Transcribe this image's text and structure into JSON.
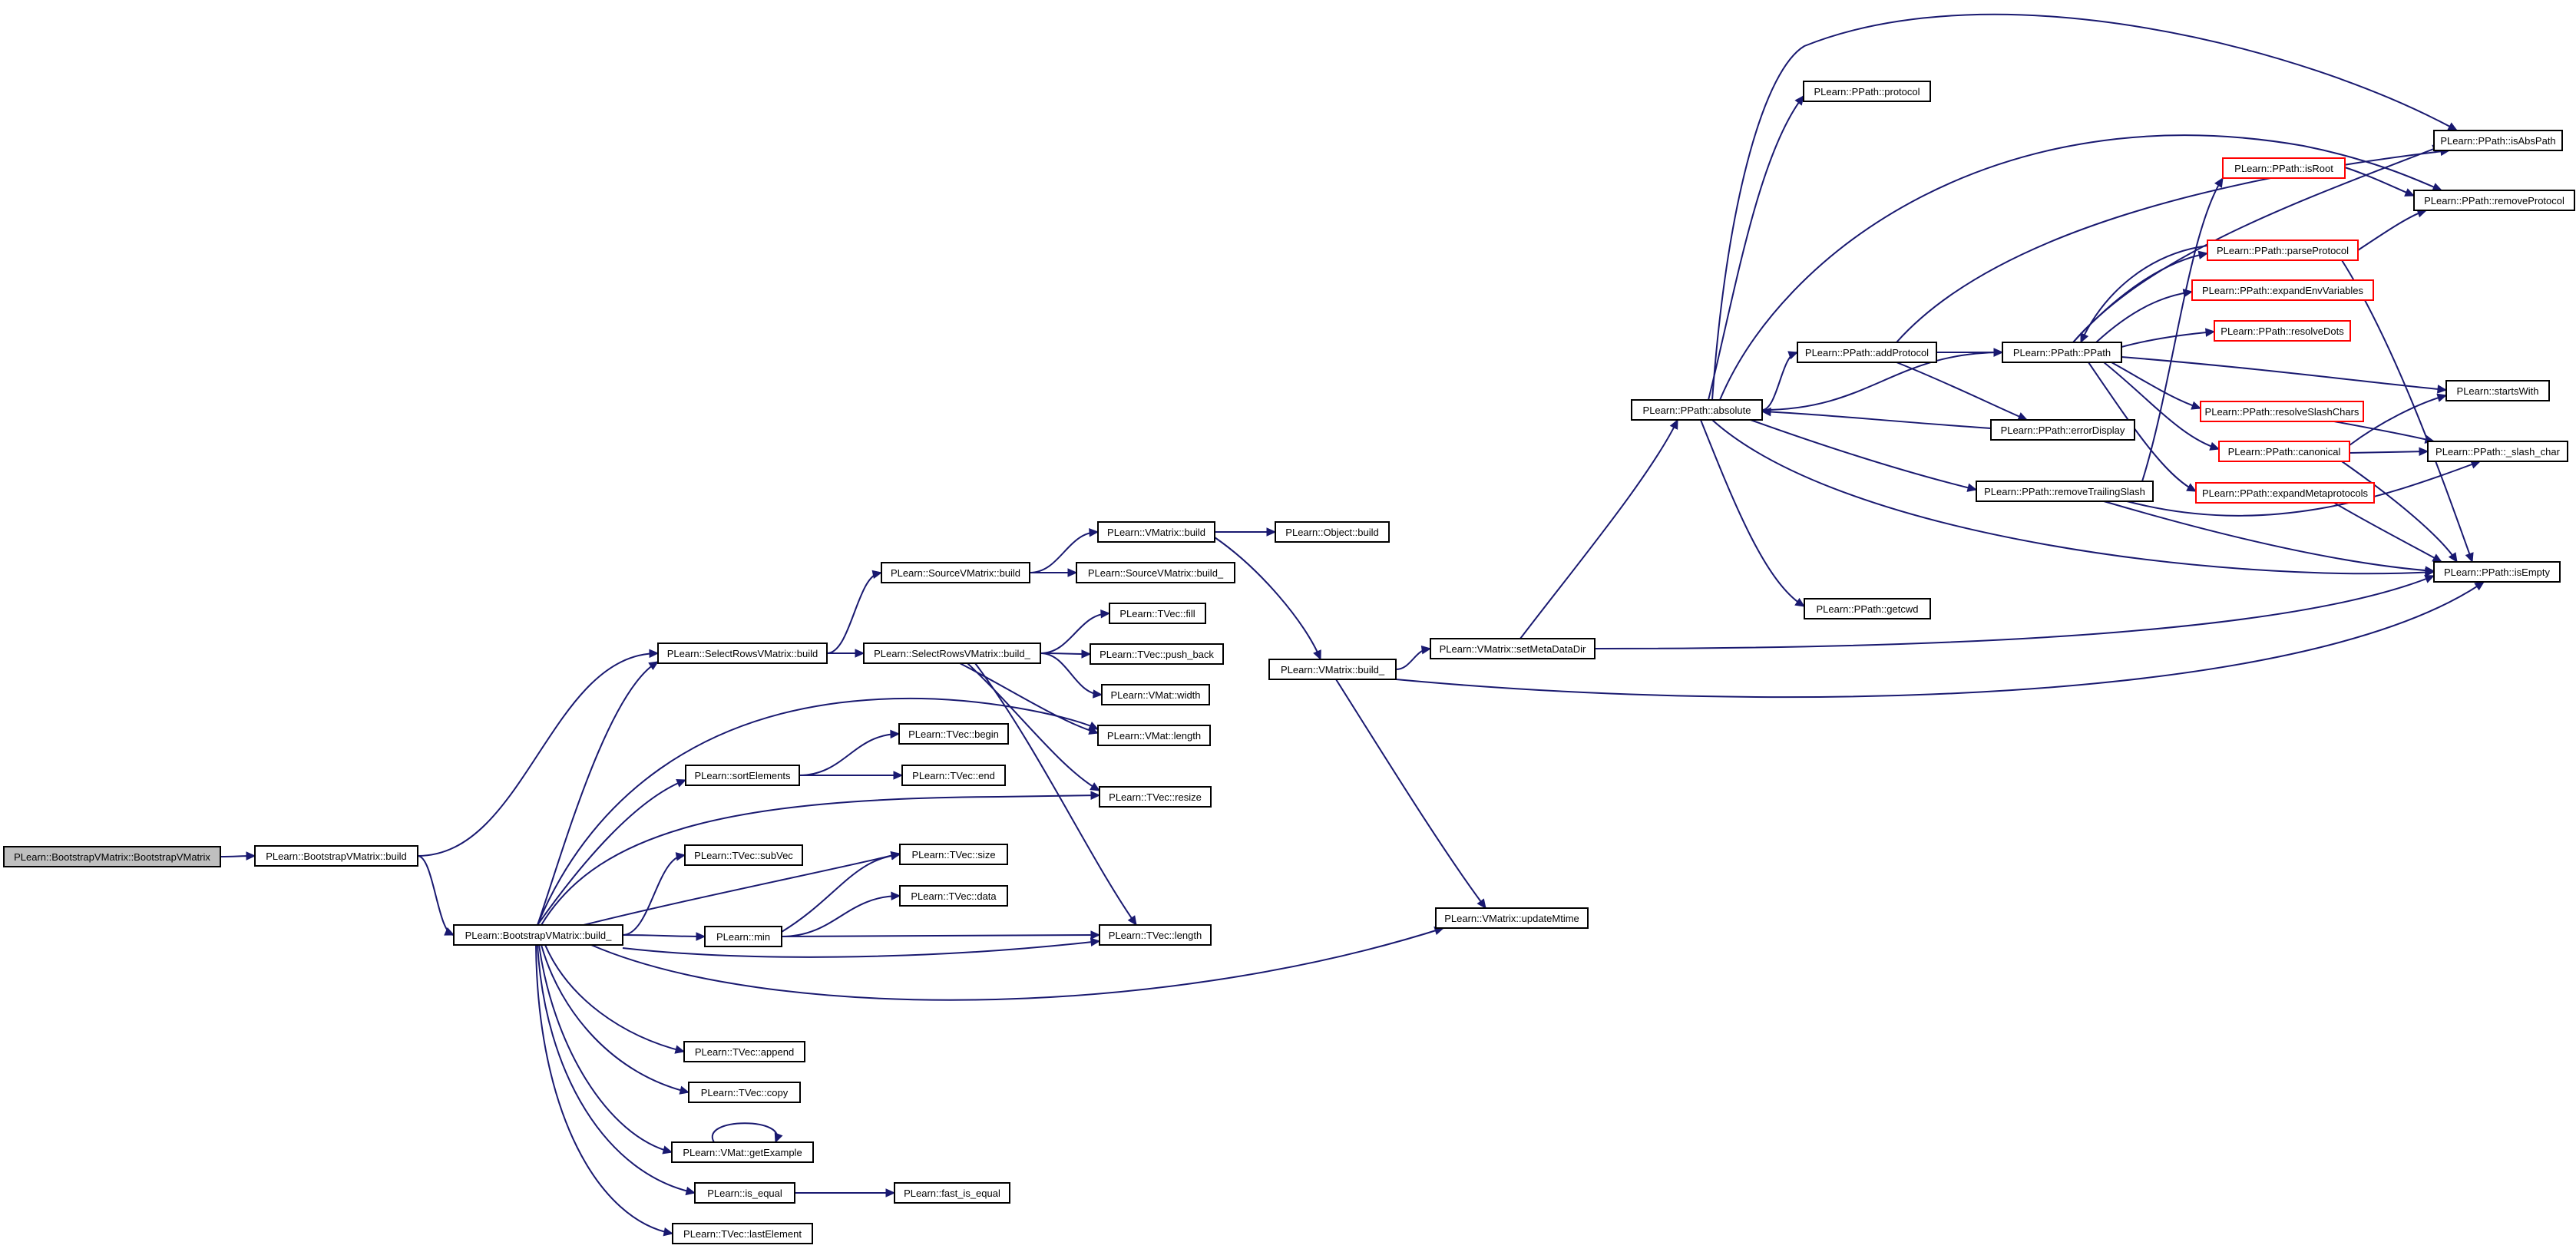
{
  "diagram": {
    "edge_color": "#191970",
    "node_border_color": "#000000",
    "truncated_node_border_color": "#ff0000",
    "root_fill_color": "#bfbfbf",
    "nodes": [
      {
        "id": "n_root",
        "label": "PLearn::BootstrapVMatrix::BootstrapVMatrix",
        "style": "root"
      },
      {
        "id": "n_bvm_build",
        "label": "PLearn::BootstrapVMatrix::build"
      },
      {
        "id": "n_bvm_build_",
        "label": "PLearn::BootstrapVMatrix::build_"
      },
      {
        "id": "n_srvm_build",
        "label": "PLearn::SelectRowsVMatrix::build"
      },
      {
        "id": "n_srvm_build_",
        "label": "PLearn::SelectRowsVMatrix::build_"
      },
      {
        "id": "n_svm_build",
        "label": "PLearn::SourceVMatrix::build"
      },
      {
        "id": "n_svm_build_",
        "label": "PLearn::SourceVMatrix::build_"
      },
      {
        "id": "n_vm_build",
        "label": "PLearn::VMatrix::build"
      },
      {
        "id": "n_obj_build",
        "label": "PLearn::Object::build"
      },
      {
        "id": "n_vm_build_",
        "label": "PLearn::VMatrix::build_"
      },
      {
        "id": "n_setmeta",
        "label": "PLearn::VMatrix::setMetaDataDir"
      },
      {
        "id": "n_updmtime",
        "label": "PLearn::VMatrix::updateMtime"
      },
      {
        "id": "n_tvec_fill",
        "label": "PLearn::TVec::fill"
      },
      {
        "id": "n_tvec_push",
        "label": "PLearn::TVec::push_back"
      },
      {
        "id": "n_vmat_width",
        "label": "PLearn::VMat::width"
      },
      {
        "id": "n_vmat_length",
        "label": "PLearn::VMat::length"
      },
      {
        "id": "n_tvec_resize",
        "label": "PLearn::TVec::resize"
      },
      {
        "id": "n_tvec_length",
        "label": "PLearn::TVec::length"
      },
      {
        "id": "n_sort",
        "label": "PLearn::sortElements"
      },
      {
        "id": "n_tvec_begin",
        "label": "PLearn::TVec::begin"
      },
      {
        "id": "n_tvec_end",
        "label": "PLearn::TVec::end"
      },
      {
        "id": "n_tvec_subvec",
        "label": "PLearn::TVec::subVec"
      },
      {
        "id": "n_tvec_size",
        "label": "PLearn::TVec::size"
      },
      {
        "id": "n_tvec_data",
        "label": "PLearn::TVec::data"
      },
      {
        "id": "n_min",
        "label": "PLearn::min"
      },
      {
        "id": "n_tvec_append",
        "label": "PLearn::TVec::append"
      },
      {
        "id": "n_tvec_copy",
        "label": "PLearn::TVec::copy"
      },
      {
        "id": "n_vmat_getex",
        "label": "PLearn::VMat::getExample"
      },
      {
        "id": "n_is_equal",
        "label": "PLearn::is_equal"
      },
      {
        "id": "n_fast_is_equal",
        "label": "PLearn::fast_is_equal"
      },
      {
        "id": "n_tvec_last",
        "label": "PLearn::TVec::lastElement"
      },
      {
        "id": "n_absolute",
        "label": "PLearn::PPath::absolute"
      },
      {
        "id": "n_protocol",
        "label": "PLearn::PPath::protocol"
      },
      {
        "id": "n_addprotocol",
        "label": "PLearn::PPath::addProtocol"
      },
      {
        "id": "n_ppath",
        "label": "PLearn::PPath::PPath"
      },
      {
        "id": "n_errdisplay",
        "label": "PLearn::PPath::errorDisplay"
      },
      {
        "id": "n_remtrail",
        "label": "PLearn::PPath::removeTrailingSlash"
      },
      {
        "id": "n_getcwd",
        "label": "PLearn::PPath::getcwd"
      },
      {
        "id": "n_isroot",
        "label": "PLearn::PPath::isRoot",
        "style": "red"
      },
      {
        "id": "n_parseprot",
        "label": "PLearn::PPath::parseProtocol",
        "style": "red"
      },
      {
        "id": "n_expenv",
        "label": "PLearn::PPath::expandEnvVariables",
        "style": "red"
      },
      {
        "id": "n_resdots",
        "label": "PLearn::PPath::resolveDots",
        "style": "red"
      },
      {
        "id": "n_resslash",
        "label": "PLearn::PPath::resolveSlashChars",
        "style": "red"
      },
      {
        "id": "n_canonical",
        "label": "PLearn::PPath::canonical",
        "style": "red"
      },
      {
        "id": "n_expmeta",
        "label": "PLearn::PPath::expandMetaprotocols",
        "style": "red"
      },
      {
        "id": "n_isabspath",
        "label": "PLearn::PPath::isAbsPath"
      },
      {
        "id": "n_remprotocol",
        "label": "PLearn::PPath::removeProtocol"
      },
      {
        "id": "n_startswith",
        "label": "PLearn::startsWith"
      },
      {
        "id": "n_slashchar",
        "label": "PLearn::PPath::_slash_char"
      },
      {
        "id": "n_isempty",
        "label": "PLearn::PPath::isEmpty"
      }
    ],
    "edges": [
      [
        "n_root",
        "n_bvm_build"
      ],
      [
        "n_bvm_build",
        "n_srvm_build"
      ],
      [
        "n_bvm_build",
        "n_bvm_build_"
      ],
      [
        "n_srvm_build",
        "n_svm_build"
      ],
      [
        "n_srvm_build",
        "n_srvm_build_"
      ],
      [
        "n_svm_build",
        "n_vm_build"
      ],
      [
        "n_svm_build",
        "n_svm_build_"
      ],
      [
        "n_vm_build",
        "n_obj_build"
      ],
      [
        "n_vm_build",
        "n_vm_build_"
      ],
      [
        "n_vm_build_",
        "n_setmeta"
      ],
      [
        "n_vm_build_",
        "n_updmtime"
      ],
      [
        "n_vm_build_",
        "n_isempty"
      ],
      [
        "n_setmeta",
        "n_absolute"
      ],
      [
        "n_setmeta",
        "n_isempty"
      ],
      [
        "n_srvm_build_",
        "n_tvec_fill"
      ],
      [
        "n_srvm_build_",
        "n_tvec_push"
      ],
      [
        "n_srvm_build_",
        "n_vmat_width"
      ],
      [
        "n_srvm_build_",
        "n_vmat_length"
      ],
      [
        "n_srvm_build_",
        "n_tvec_resize"
      ],
      [
        "n_srvm_build_",
        "n_tvec_length"
      ],
      [
        "n_bvm_build_",
        "n_srvm_build"
      ],
      [
        "n_bvm_build_",
        "n_vmat_length"
      ],
      [
        "n_bvm_build_",
        "n_sort"
      ],
      [
        "n_bvm_build_",
        "n_tvec_resize"
      ],
      [
        "n_bvm_build_",
        "n_tvec_subvec"
      ],
      [
        "n_bvm_build_",
        "n_tvec_size"
      ],
      [
        "n_bvm_build_",
        "n_min"
      ],
      [
        "n_bvm_build_",
        "n_tvec_length"
      ],
      [
        "n_bvm_build_",
        "n_updmtime"
      ],
      [
        "n_bvm_build_",
        "n_tvec_append"
      ],
      [
        "n_bvm_build_",
        "n_tvec_copy"
      ],
      [
        "n_bvm_build_",
        "n_vmat_getex"
      ],
      [
        "n_bvm_build_",
        "n_is_equal"
      ],
      [
        "n_bvm_build_",
        "n_tvec_last"
      ],
      [
        "n_sort",
        "n_tvec_begin"
      ],
      [
        "n_sort",
        "n_tvec_end"
      ],
      [
        "n_min",
        "n_tvec_size"
      ],
      [
        "n_min",
        "n_tvec_data"
      ],
      [
        "n_min",
        "n_tvec_length"
      ],
      [
        "n_vmat_getex",
        "n_vmat_getex"
      ],
      [
        "n_is_equal",
        "n_fast_is_equal"
      ],
      [
        "n_absolute",
        "n_protocol"
      ],
      [
        "n_absolute",
        "n_isabspath"
      ],
      [
        "n_absolute",
        "n_remprotocol"
      ],
      [
        "n_absolute",
        "n_addprotocol"
      ],
      [
        "n_absolute",
        "n_ppath"
      ],
      [
        "n_absolute",
        "n_remtrail"
      ],
      [
        "n_absolute",
        "n_getcwd"
      ],
      [
        "n_absolute",
        "n_isempty"
      ],
      [
        "n_addprotocol",
        "n_ppath"
      ],
      [
        "n_addprotocol",
        "n_errdisplay"
      ],
      [
        "n_addprotocol",
        "n_isabspath"
      ],
      [
        "n_errdisplay",
        "n_absolute"
      ],
      [
        "n_remtrail",
        "n_isroot"
      ],
      [
        "n_remtrail",
        "n_isempty"
      ],
      [
        "n_remtrail",
        "n_slashchar"
      ],
      [
        "n_ppath",
        "n_parseprot"
      ],
      [
        "n_ppath",
        "n_expenv"
      ],
      [
        "n_ppath",
        "n_resdots"
      ],
      [
        "n_ppath",
        "n_resslash"
      ],
      [
        "n_ppath",
        "n_canonical"
      ],
      [
        "n_ppath",
        "n_expmeta"
      ],
      [
        "n_ppath",
        "n_startswith"
      ],
      [
        "n_isroot",
        "n_remprotocol"
      ],
      [
        "n_isroot",
        "n_isabspath"
      ],
      [
        "n_parseprot",
        "n_ppath"
      ],
      [
        "n_parseprot",
        "n_remprotocol"
      ],
      [
        "n_parseprot",
        "n_isempty"
      ],
      [
        "n_canonical",
        "n_startswith"
      ],
      [
        "n_canonical",
        "n_slashchar"
      ],
      [
        "n_canonical",
        "n_isempty"
      ],
      [
        "n_expmeta",
        "n_isempty"
      ],
      [
        "n_resslash",
        "n_slashchar"
      ]
    ]
  }
}
